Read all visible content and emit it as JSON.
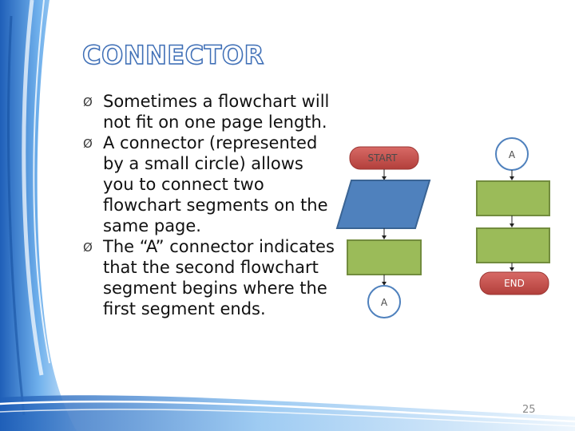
{
  "slide": {
    "title": "CONNECTOR",
    "bullets": [
      "Sometimes a flowchart will not fit on one page length.",
      "A connector (represented by a small circle) allows you to connect two flowchart segments on the same page.",
      "The “A” connector indicates that the second flowchart segment begins where the first segment ends."
    ],
    "bullet_marker": "Ø",
    "page_number": "25"
  },
  "flowchart": {
    "segment1": {
      "start_label": "START",
      "connector_label": "A"
    },
    "segment2": {
      "connector_label": "A",
      "end_label": "END"
    }
  },
  "colors": {
    "title_outline": "#3f6fb6",
    "terminal_fill": "#c0504d",
    "io_fill": "#4f81bd",
    "process_fill": "#9bbb59",
    "frame_blue": "#2a6fcf"
  }
}
